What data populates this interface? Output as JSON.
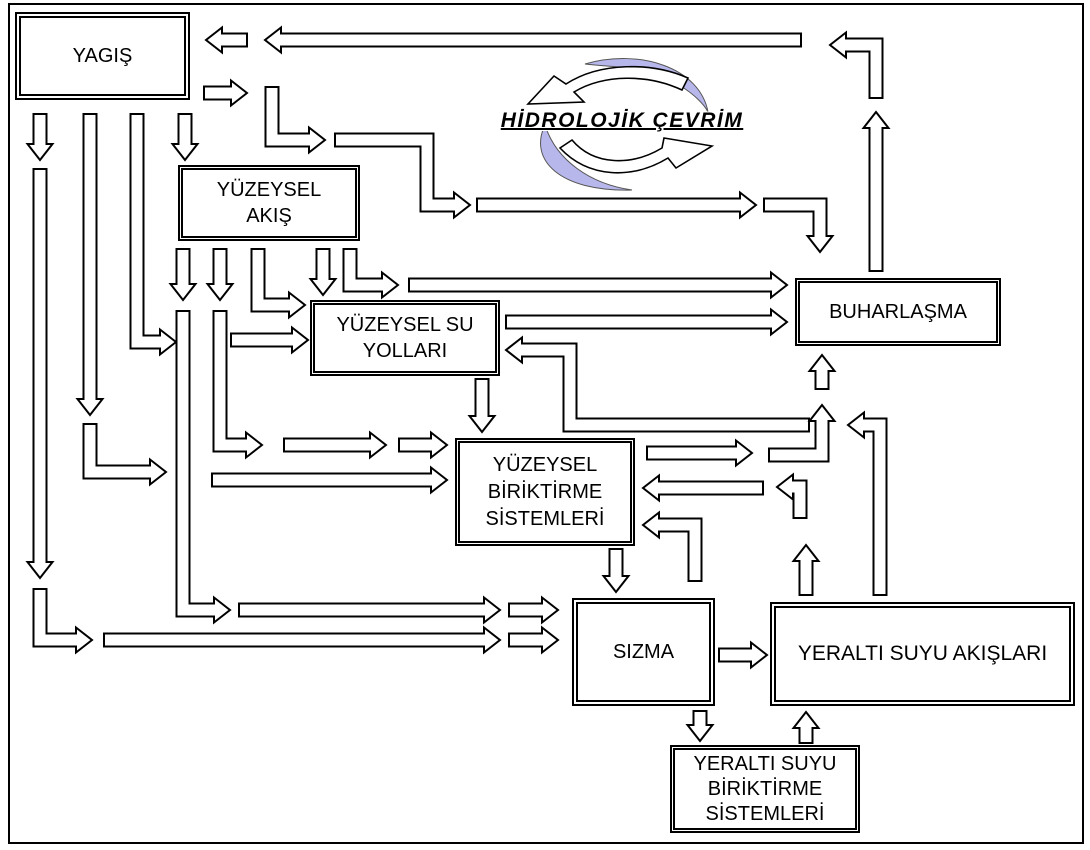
{
  "title": "HİDROLOJİK ÇEVRİM",
  "nodes": {
    "yagis": {
      "lines": [
        "YAGIŞ"
      ]
    },
    "yuzeysel_akis": {
      "lines": [
        "YÜZEYSEL",
        "AKIŞ"
      ]
    },
    "yuzeysel_su_yollari": {
      "lines": [
        "YÜZEYSEL SU",
        "YOLLARI"
      ]
    },
    "buharlasma": {
      "lines": [
        "BUHARLAŞMA"
      ]
    },
    "yuzeysel_biriktirme_sistemleri": {
      "lines": [
        "YÜZEYSEL",
        "BİRİKTİRME",
        "SİSTEMLERİ"
      ]
    },
    "sizma": {
      "lines": [
        "SIZMA"
      ]
    },
    "yeralti_suyu_akislari": {
      "lines": [
        "YERALTI SUYU AKIŞLARI"
      ]
    },
    "yeralti_suyu_biriktirme_sistemleri": {
      "lines": [
        "YERALTI SUYU",
        "BİRİKTİRME",
        "SİSTEMLERİ"
      ]
    }
  },
  "colors": {
    "line": "#000000",
    "background": "#ffffff",
    "cycle_accent": "#b7b7ec"
  }
}
